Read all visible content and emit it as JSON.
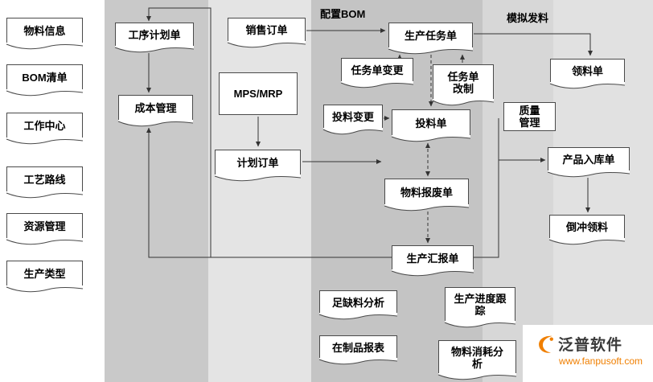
{
  "sidebar": {
    "items": [
      {
        "label": "物料信息"
      },
      {
        "label": "BOM清单"
      },
      {
        "label": "工作中心"
      },
      {
        "label": "工艺路线"
      },
      {
        "label": "资源管理"
      },
      {
        "label": "生产类型"
      }
    ]
  },
  "flow": {
    "nodes": {
      "process_plan": {
        "label": "工序计划单"
      },
      "sales_order": {
        "label": "销售订单"
      },
      "production_task": {
        "label": "生产任务单"
      },
      "cost_management": {
        "label": "成本管理"
      },
      "mps_mrp": {
        "label": "MPS/MRP"
      },
      "task_change": {
        "label": "任务单变更"
      },
      "task_rework": {
        "label": "任务单改制"
      },
      "feed_change": {
        "label": "投料变更"
      },
      "feed_order": {
        "label": "投料单"
      },
      "quality_management": {
        "label": "质量管理"
      },
      "material_requisition": {
        "label": "领料单"
      },
      "product_inbound": {
        "label": "产品入库单"
      },
      "backflush_requisition": {
        "label": "倒冲领料"
      },
      "plan_order": {
        "label": "计划订单"
      },
      "material_scrap": {
        "label": "物料报废单"
      },
      "production_report": {
        "label": "生产汇报单"
      },
      "shortage_analysis": {
        "label": "足缺料分析"
      },
      "progress_tracking": {
        "label": "生产进度跟踪"
      },
      "wip_report": {
        "label": "在制品报表"
      },
      "consumption_analysis": {
        "label": "物料消耗分析"
      }
    },
    "edge_labels": {
      "configure_bom": "配置BOM",
      "simulated_issue": "模拟发料"
    }
  },
  "branding": {
    "company": "泛普软件",
    "website": "www.fanpusoft.com",
    "accent_color": "#f07f00"
  }
}
